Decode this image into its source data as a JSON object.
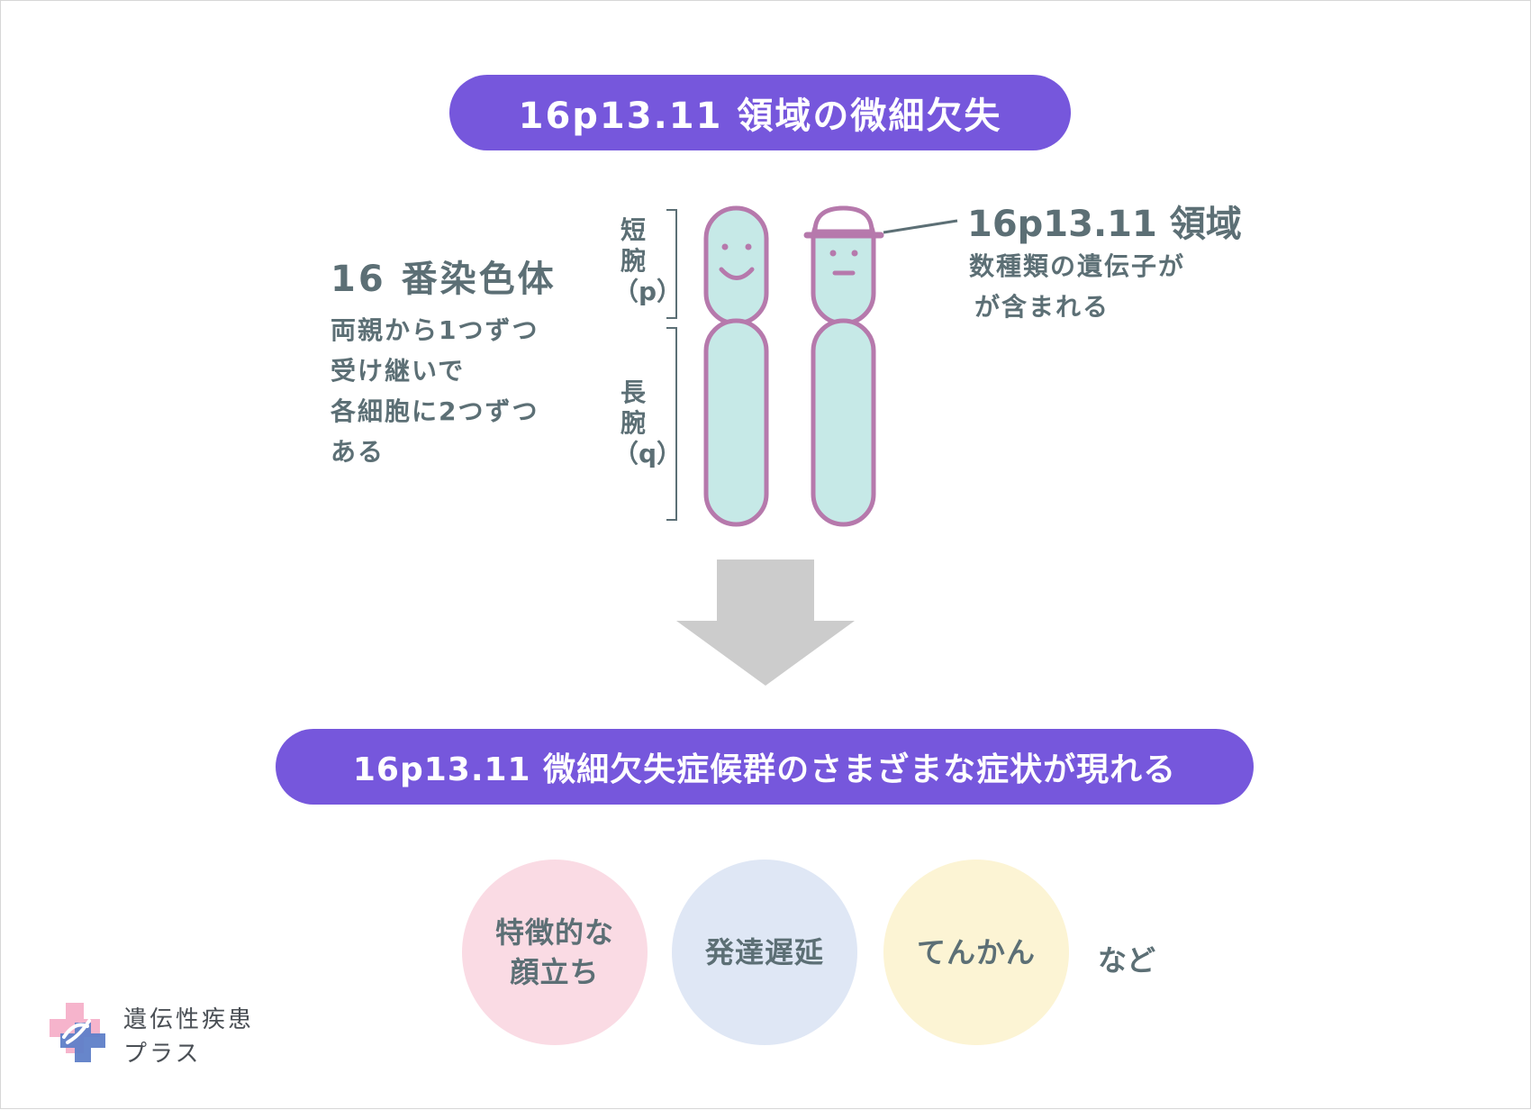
{
  "title": "16p13.11 領域の微細欠失",
  "chromosome": {
    "name": "16 番染色体",
    "description": [
      "両親から1つずつ",
      "受け継いで",
      "各細胞に2つずつ",
      "ある"
    ],
    "short_arm_label": [
      "短",
      "腕",
      "（p）"
    ],
    "long_arm_label": [
      "長",
      "腕",
      "（q）"
    ]
  },
  "region": {
    "name": "16p13.11 領域",
    "description": [
      "数種類の遺伝子が",
      "が含まれる"
    ]
  },
  "result": "16p13.11 微細欠失症候群のさまざまな症状が現れる",
  "symptoms": [
    {
      "label": [
        "特徴的な",
        "顔立ち"
      ],
      "color": "#fadbe4"
    },
    {
      "label": [
        "発達遅延"
      ],
      "color": "#dfe7f5"
    },
    {
      "label": [
        "てんかん"
      ],
      "color": "#fcf4d4"
    }
  ],
  "symptoms_suffix": "など",
  "brand": {
    "line1": "遺伝性疾患",
    "line2": "プラス"
  },
  "colors": {
    "accent": "#7657dc",
    "chromosome_fill": "#c6e9e7",
    "chromosome_stroke": "#b679ac",
    "text": "#5c6f75",
    "arrow": "#cccccc",
    "logo_pink": "#f6b4cc",
    "logo_blue": "#5f7fc8"
  }
}
